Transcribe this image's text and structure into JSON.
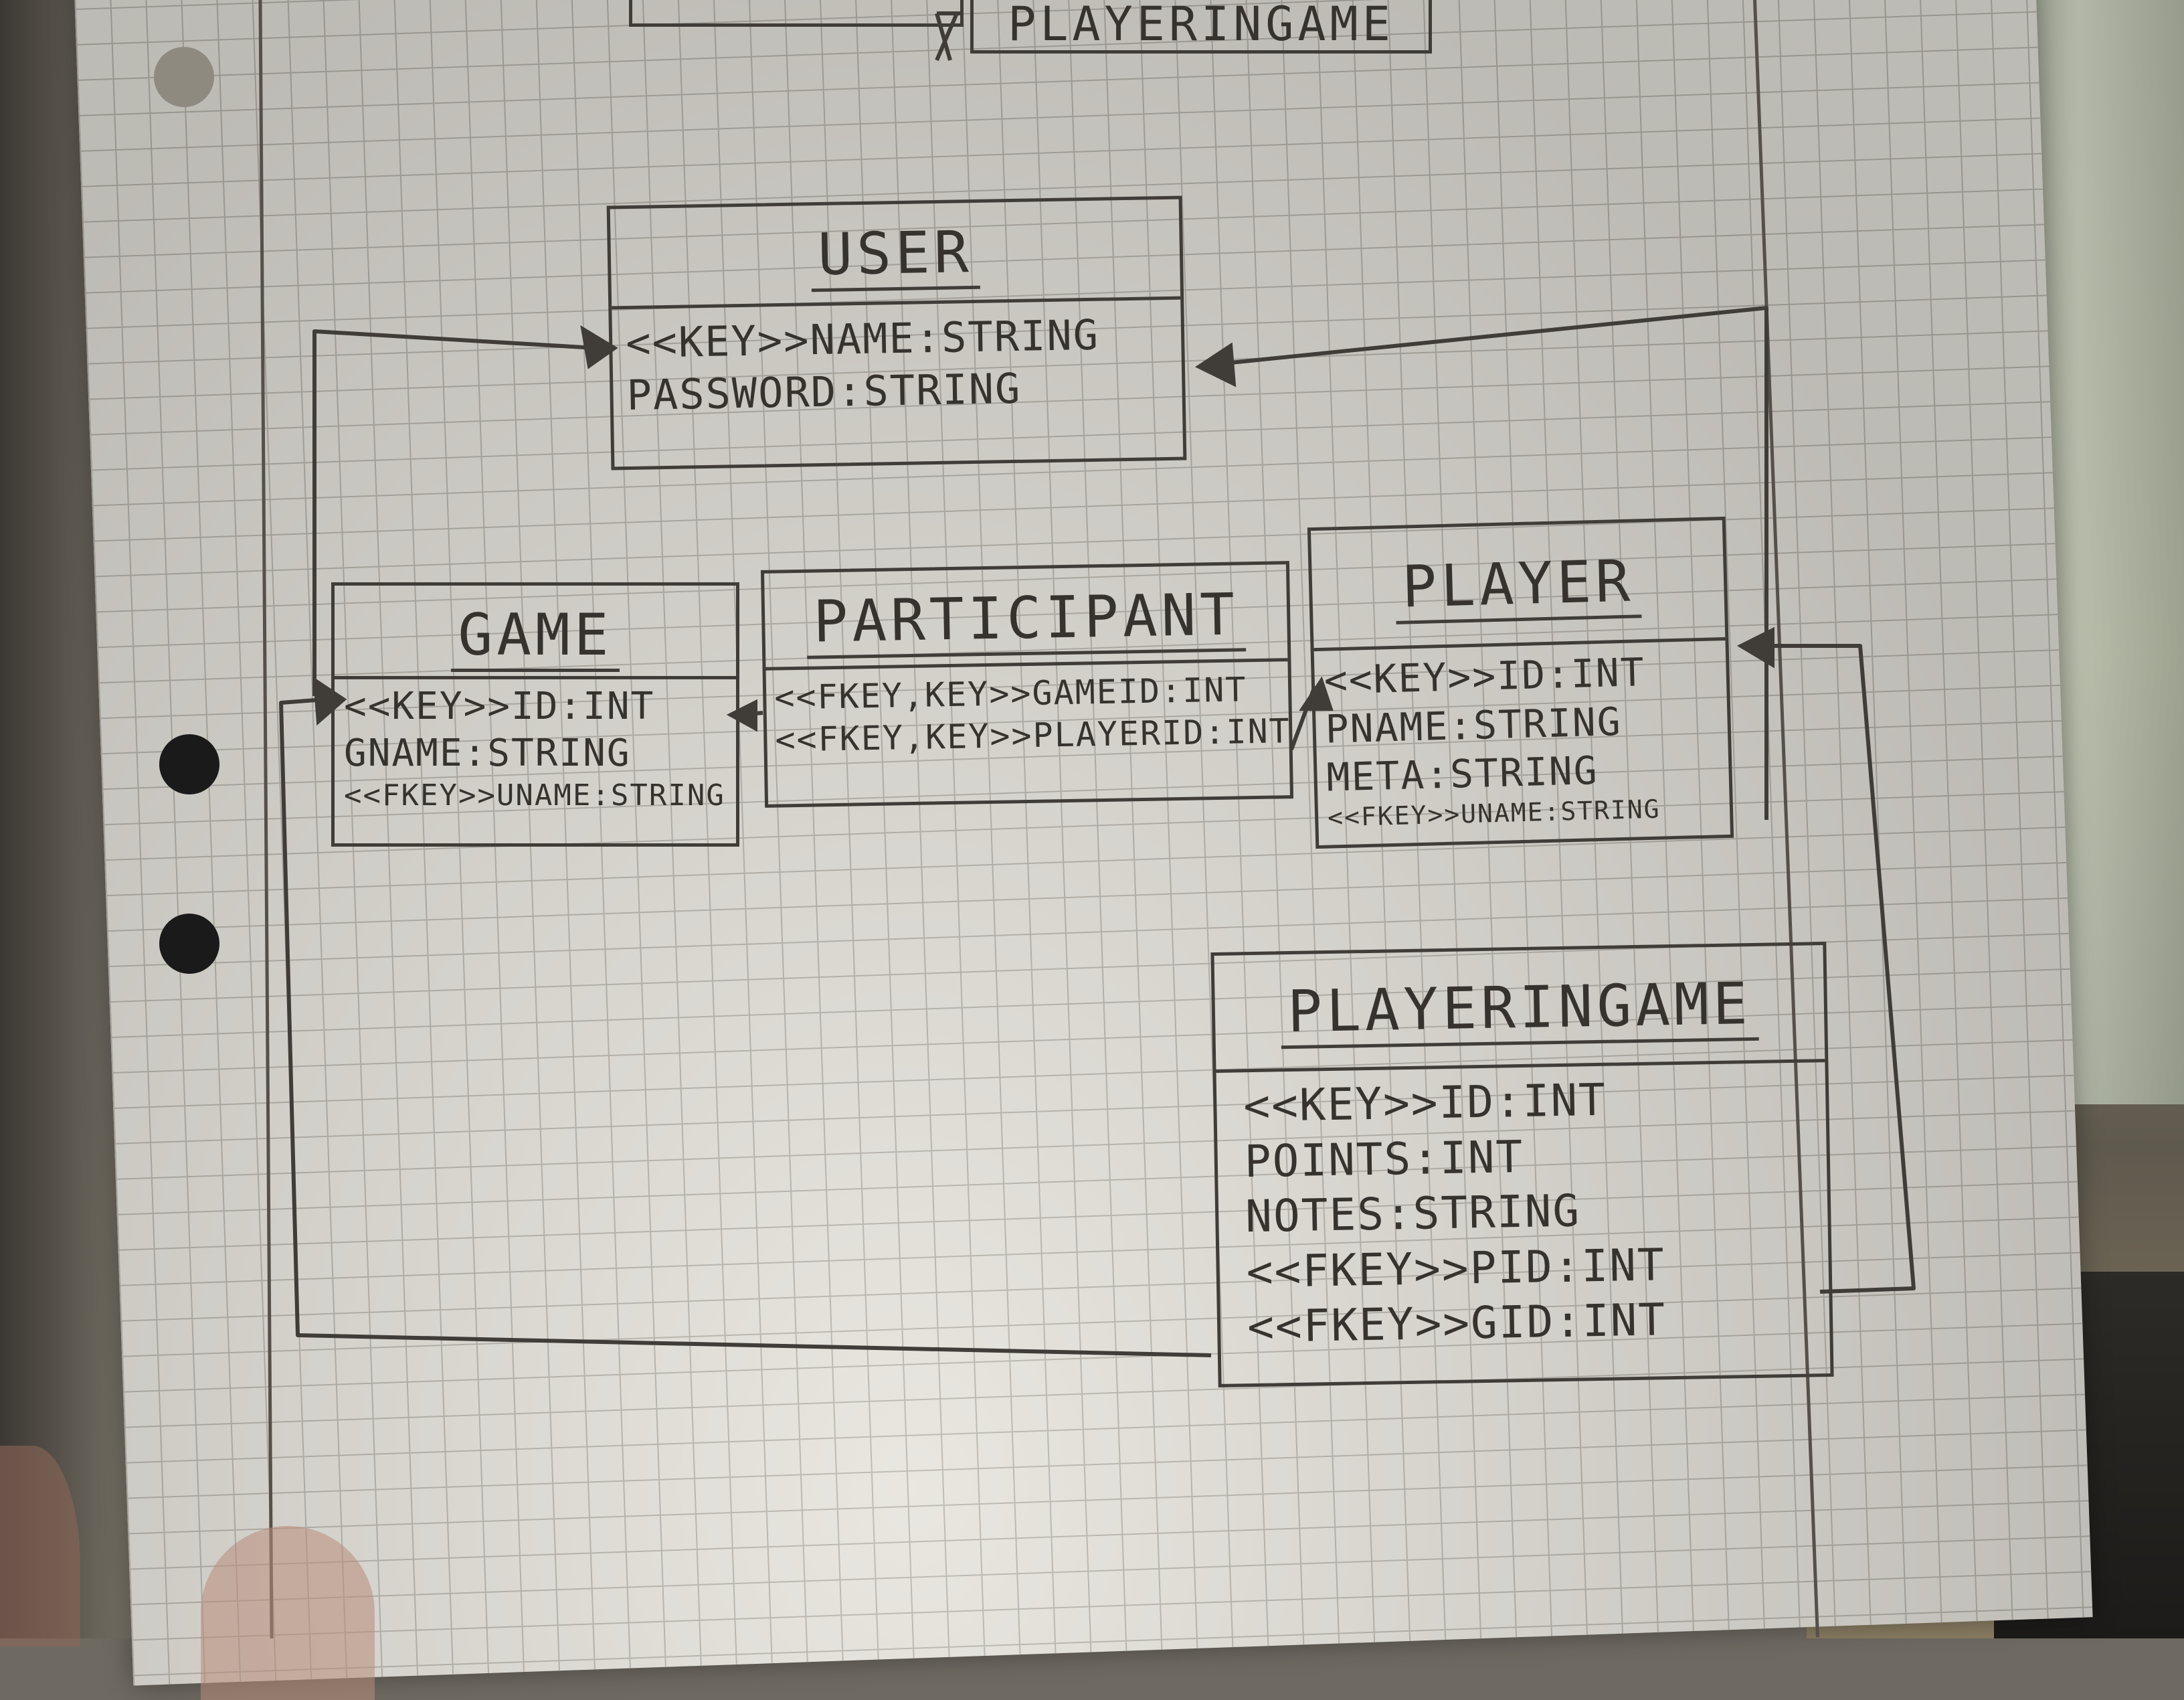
{
  "colors": {
    "paper": "#e7e4dd",
    "grid": "#b9b6ae",
    "pencil": "#403d39",
    "hole": "#1a1a1a"
  },
  "entities": {
    "playeringame_top": {
      "title": "PLAYERINGAME"
    },
    "user": {
      "title": "USER",
      "attributes": [
        "<<KEY>>NAME:STRING",
        "PASSWORD:STRING"
      ]
    },
    "game": {
      "title": "GAME",
      "attributes": [
        "<<KEY>>ID:INT",
        "GNAME:STRING",
        "<<FKEY>>UNAME:STRING"
      ]
    },
    "participant": {
      "title": "PARTICIPANT",
      "attributes": [
        "<<FKEY,KEY>>GAMEID:INT",
        "<<FKEY,KEY>>PLAYERID:INT"
      ]
    },
    "player": {
      "title": "PLAYER",
      "attributes": [
        "<<KEY>>ID:INT",
        "PNAME:STRING",
        "META:STRING",
        "<<FKEY>>UNAME:STRING"
      ]
    },
    "playeringame": {
      "title": "PLAYERINGAME",
      "attributes": [
        "<<KEY>>ID:INT",
        "POINTS:INT",
        "NOTES:STRING",
        "<<FKEY>>PID:INT",
        "<<FKEY>>GID:INT"
      ]
    }
  },
  "connectors": [
    {
      "from": "game",
      "to": "user",
      "end": "arrow"
    },
    {
      "from": "player",
      "to": "user",
      "end": "arrow"
    },
    {
      "from": "participant",
      "to": "game",
      "end": "arrow"
    },
    {
      "from": "participant",
      "to": "player",
      "end": "arrow"
    },
    {
      "from": "playeringame",
      "to": "game",
      "end": "arrow"
    },
    {
      "from": "playeringame",
      "to": "player",
      "end": "arrow"
    }
  ]
}
